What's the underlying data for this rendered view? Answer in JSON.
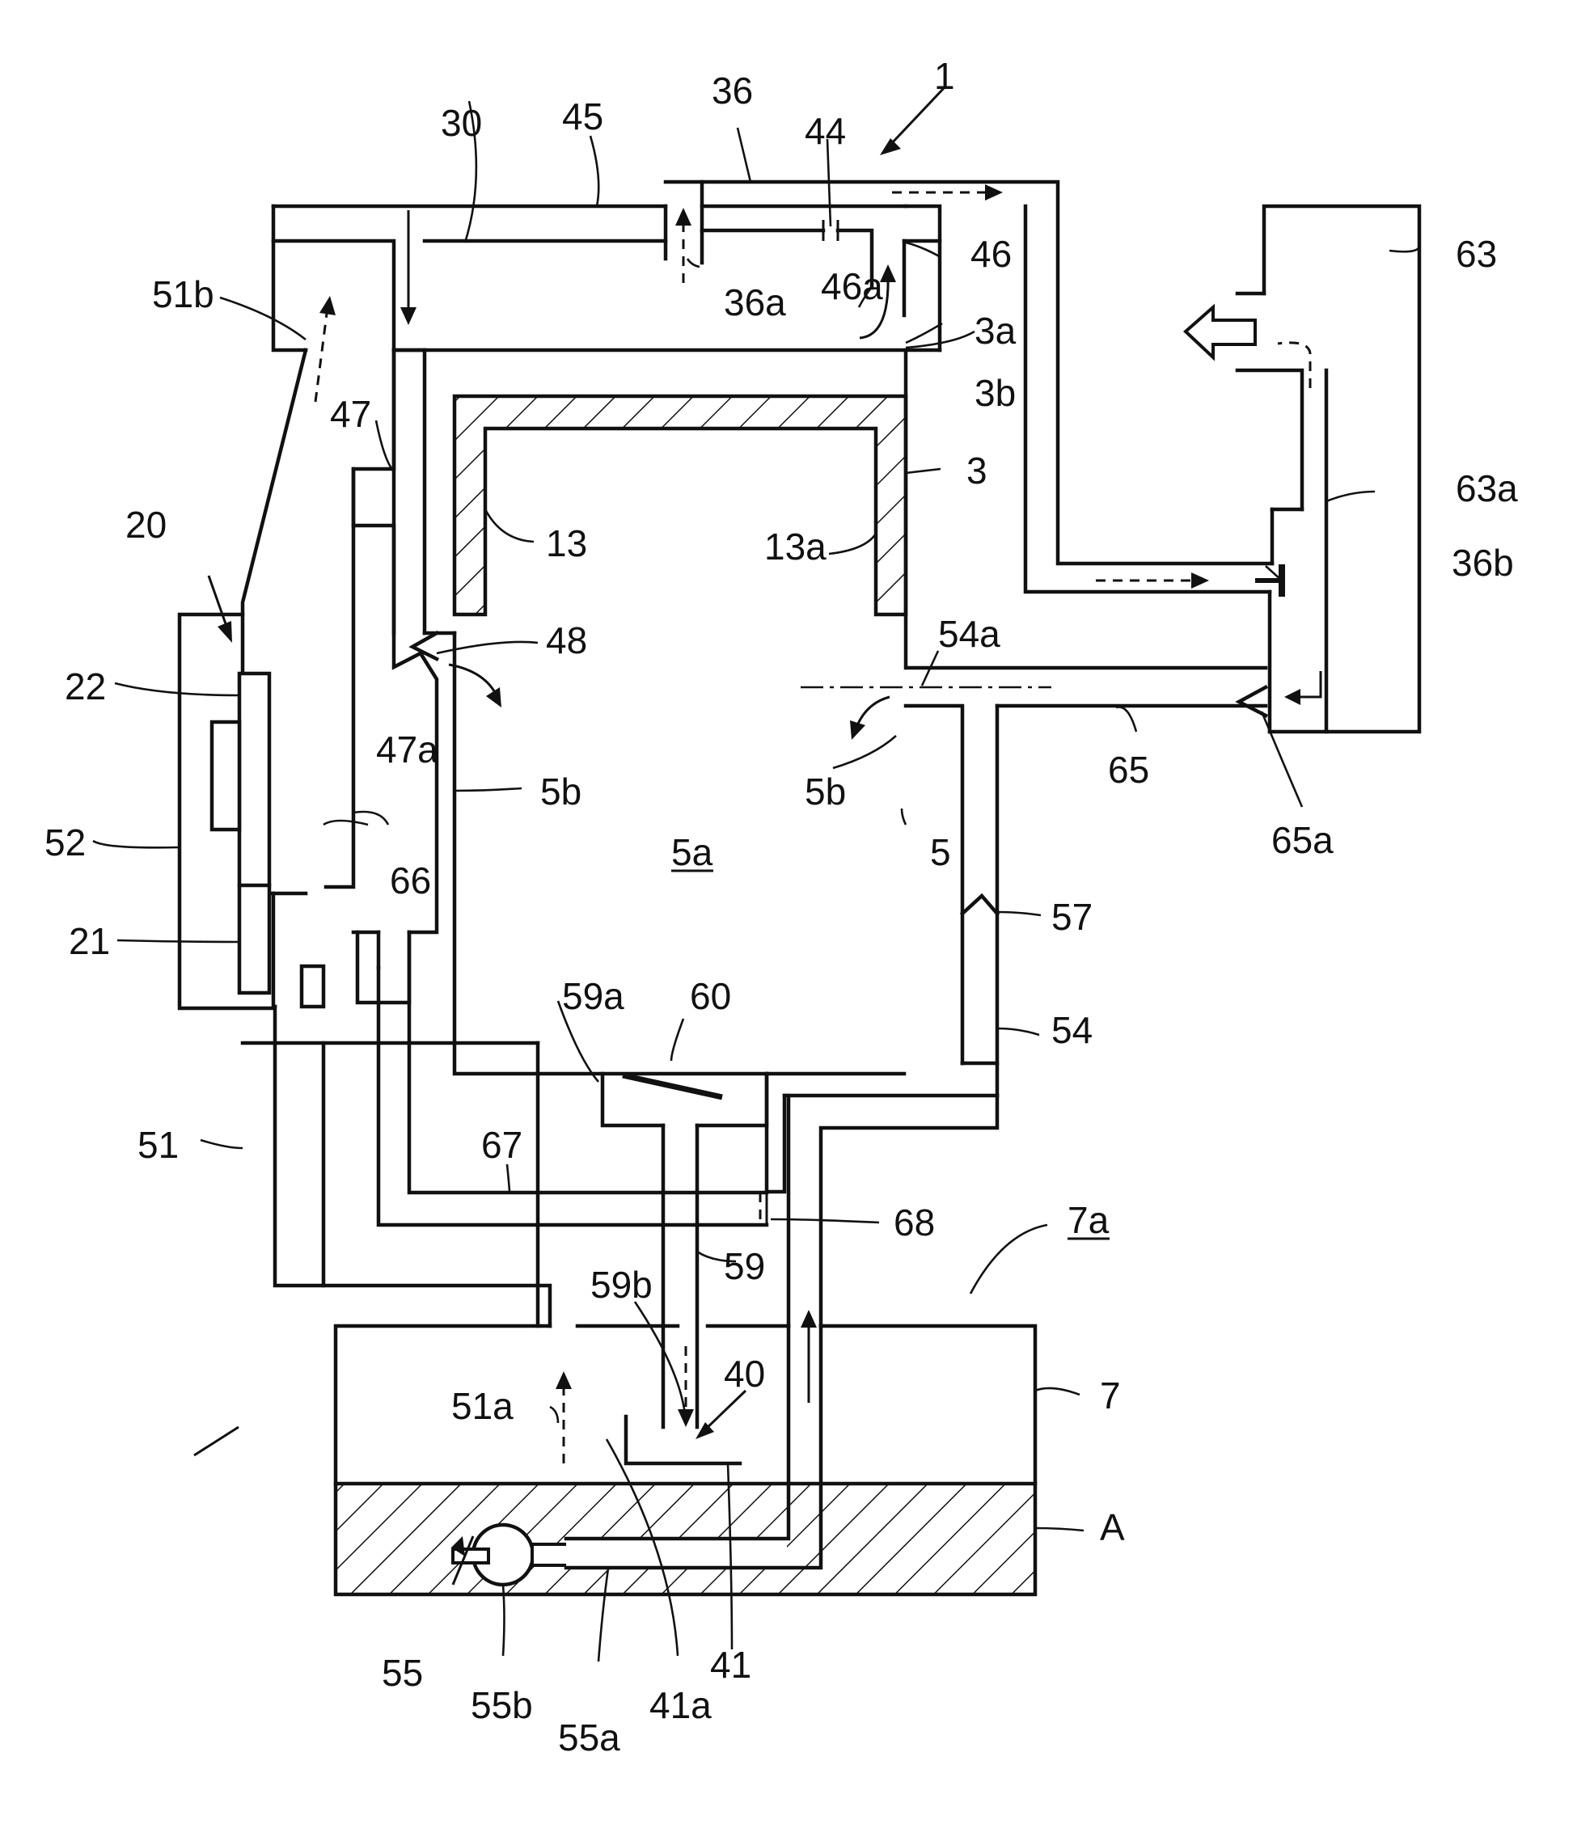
{
  "labels": {
    "n1": "1",
    "n3": "3",
    "n3a": "3a",
    "n3b": "3b",
    "n5": "5",
    "n5a": "5a",
    "n5b_l": "5b",
    "n5b_r": "5b",
    "n7": "7",
    "n7a": "7a",
    "n13": "13",
    "n13a": "13a",
    "n20": "20",
    "n21": "21",
    "n22": "22",
    "n30": "30",
    "n36": "36",
    "n36a": "36a",
    "n36b": "36b",
    "n40": "40",
    "n41": "41",
    "n41a": "41a",
    "n44": "44",
    "n45": "45",
    "n46": "46",
    "n46a": "46a",
    "n47": "47",
    "n47a": "47a",
    "n48": "48",
    "n51": "51",
    "n51a": "51a",
    "n51b": "51b",
    "n52": "52",
    "n54": "54",
    "n54a": "54a",
    "n55": "55",
    "n55a": "55a",
    "n55b": "55b",
    "n57": "57",
    "n59": "59",
    "n59a": "59a",
    "n59b": "59b",
    "n60": "60",
    "n63": "63",
    "n63a": "63a",
    "n65": "65",
    "n65a": "65a",
    "n66": "66",
    "n67": "67",
    "n68": "68",
    "nA": "A"
  }
}
